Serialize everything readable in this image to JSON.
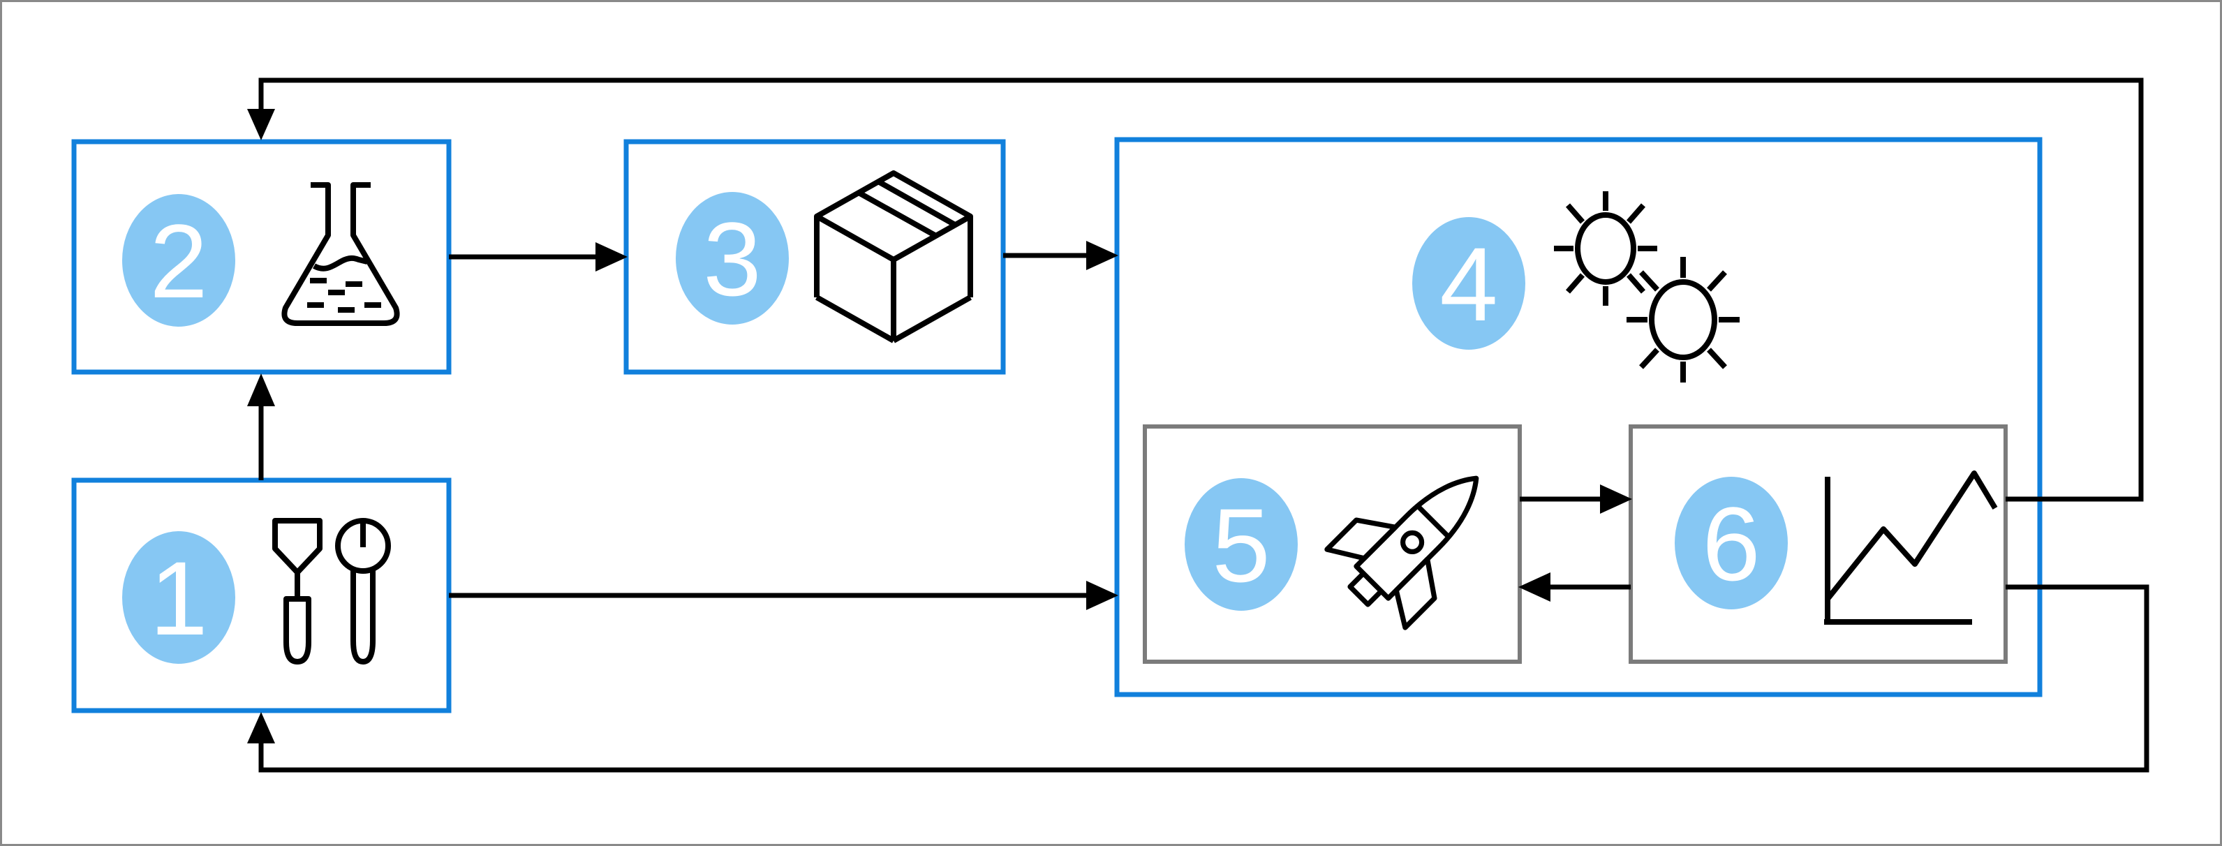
{
  "diagram": {
    "type": "flowchart",
    "steps": [
      {
        "label": "1",
        "icon": "tools-icon"
      },
      {
        "label": "2",
        "icon": "flask-icon"
      },
      {
        "label": "3",
        "icon": "package-icon"
      },
      {
        "label": "4",
        "icon": "germs-icon",
        "children": [
          "5",
          "6"
        ]
      },
      {
        "label": "5",
        "icon": "rocket-icon",
        "parent": "4"
      },
      {
        "label": "6",
        "icon": "line-chart-icon",
        "parent": "4"
      }
    ],
    "edges": [
      {
        "from": "1",
        "to": "2"
      },
      {
        "from": "2",
        "to": "3"
      },
      {
        "from": "3",
        "to": "4"
      },
      {
        "from": "1",
        "to": "4"
      },
      {
        "from": "5",
        "to": "6"
      },
      {
        "from": "6",
        "to": "5"
      },
      {
        "from": "6",
        "to": "2",
        "type": "feedback-loop-top"
      },
      {
        "from": "6",
        "to": "1",
        "type": "feedback-loop-bottom"
      }
    ],
    "colors": {
      "accent_blue": "#1180DC",
      "badge_blue": "#86C7F3",
      "inner_box_gray": "#7B7B7B",
      "line_black": "#000000",
      "canvas_border_gray": "#8A8A8A",
      "badge_text": "#FFFFFF",
      "background": "#FFFFFF"
    }
  }
}
